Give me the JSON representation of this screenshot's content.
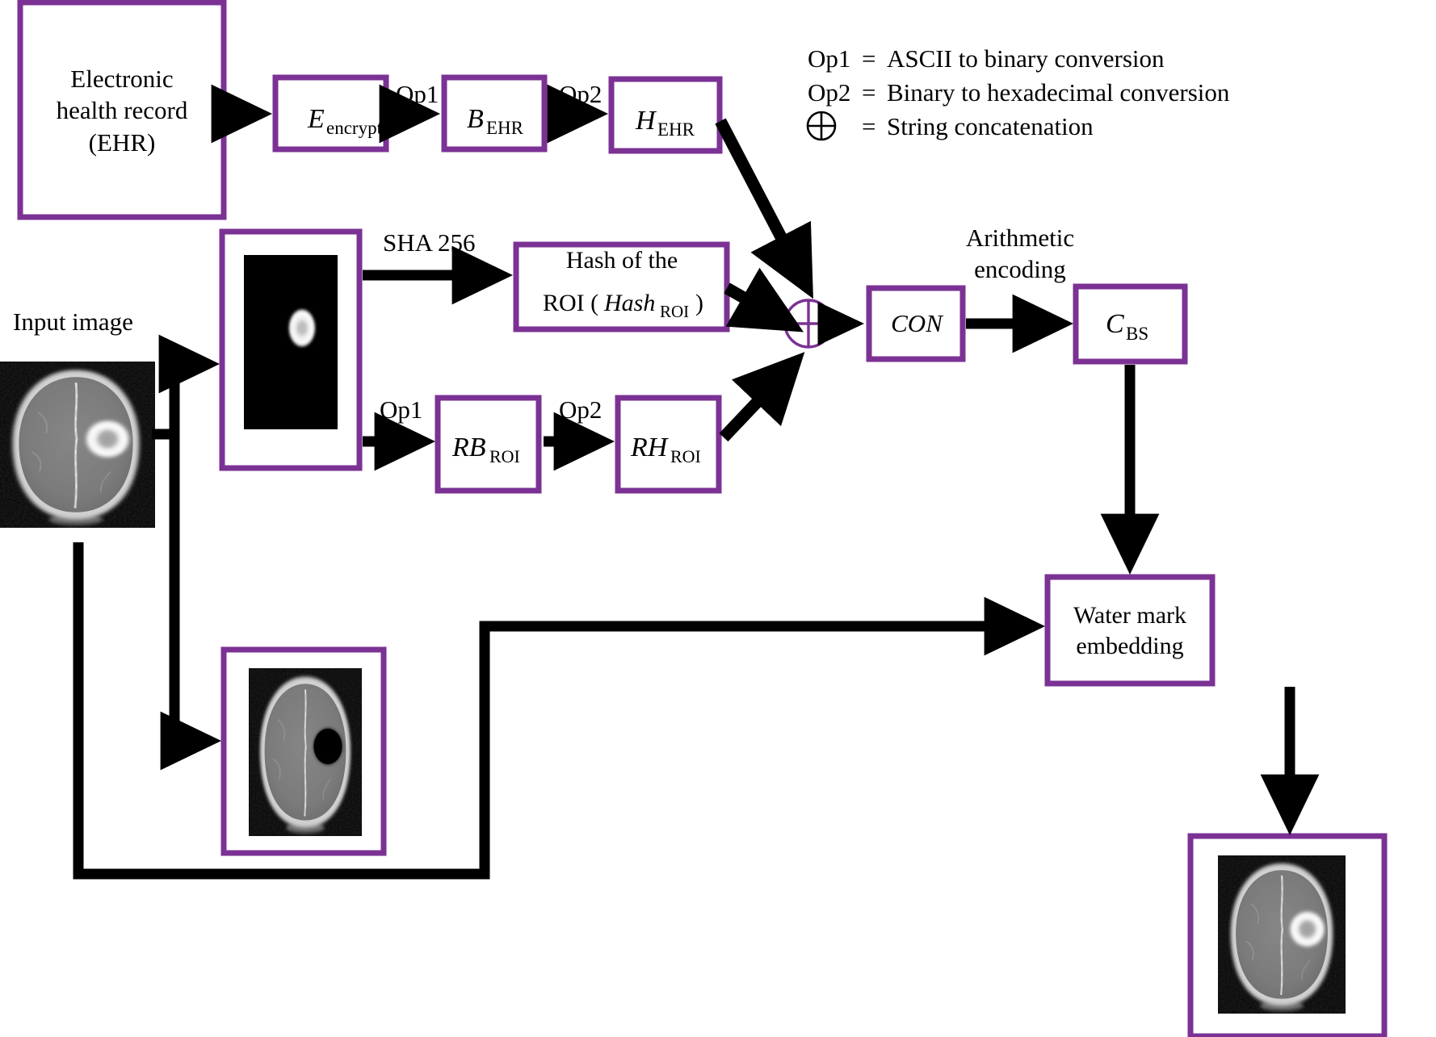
{
  "colors": {
    "box_border_purple": "#7B3294",
    "arrow_black": "#000000",
    "canvas_white": "#FFFFFF",
    "text_black": "#000000"
  },
  "legend": {
    "items": [
      {
        "symbol": "Op1",
        "equals": "=",
        "description": "ASCII to binary conversion"
      },
      {
        "symbol": "Op2",
        "equals": "=",
        "description": "Binary to hexadecimal conversion"
      },
      {
        "symbol": "⊕",
        "equals": "=",
        "description": "String concatenation"
      }
    ]
  },
  "nodes": {
    "ehr": {
      "line1": "Electronic",
      "line2": "health record",
      "line3": "(EHR)"
    },
    "e_encrypt": {
      "main": "E",
      "sub": "encrypt"
    },
    "b_ehr": {
      "main": "B",
      "sub": "EHR"
    },
    "h_ehr": {
      "main": "H",
      "sub": "EHR"
    },
    "hash_roi": {
      "line1": "Hash of the",
      "line2_pre": "ROI (",
      "line2_ital": "Hash",
      "line2_sub": "ROI",
      "line2_post": ")"
    },
    "rb_roi": {
      "main": "RB",
      "sub": "ROI"
    },
    "rh_roi": {
      "main": "RH",
      "sub": "ROI"
    },
    "con": {
      "main": "CON"
    },
    "c_bs": {
      "main": "C",
      "sub": "BS"
    },
    "watermark": {
      "line1": "Water mark",
      "line2": "embedding"
    },
    "xor": {
      "symbol": "⊕"
    }
  },
  "labels": {
    "input_image": "Input image",
    "sha256": "SHA 256",
    "arithmetic_encoding_l1": "Arithmetic",
    "arithmetic_encoding_l2": "encoding",
    "op1_top": "Op1",
    "op2_top": "Op2",
    "op1_mid": "Op1",
    "op2_mid": "Op2"
  },
  "images": {
    "input_mri": "axial-brain-mri-with-bright-tumor",
    "roi_mask": "black-mask-with-white-tumor-blob",
    "roni_image": "brain-mri-with-tumor-region-removed",
    "watermarked_output": "watermarked-brain-mri-with-tumor"
  }
}
